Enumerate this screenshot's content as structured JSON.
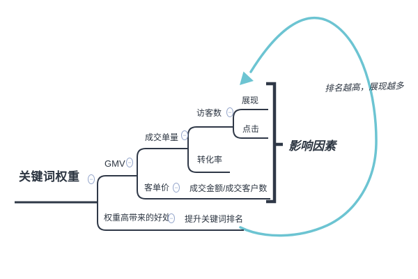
{
  "mindmap": {
    "tree": {
      "label": "关键词权重",
      "children": [
        {
          "label": "GMV",
          "children": [
            {
              "label": "成交单量",
              "children": [
                {
                  "label": "访客数",
                  "children": [
                    {
                      "label": "展现"
                    },
                    {
                      "label": "点击"
                    }
                  ]
                },
                {
                  "label": "转化率"
                }
              ]
            },
            {
              "label": "客单价",
              "children": [
                {
                  "label": "成交金额/成交客户数"
                }
              ]
            }
          ]
        },
        {
          "label": "权重高带来的好处",
          "children": [
            {
              "label": "提升关键词排名"
            }
          ]
        }
      ]
    }
  },
  "annotations": {
    "bracket_label": "影响因素",
    "arrow_label": "排名越高，展现越多"
  },
  "icons": {
    "collapse_glyph": "−"
  },
  "colors": {
    "line": "#2f3847",
    "accent": "#6cc4d2",
    "collapse": "#95a6cb",
    "text": "#2b3440",
    "background": "#ffffff"
  }
}
